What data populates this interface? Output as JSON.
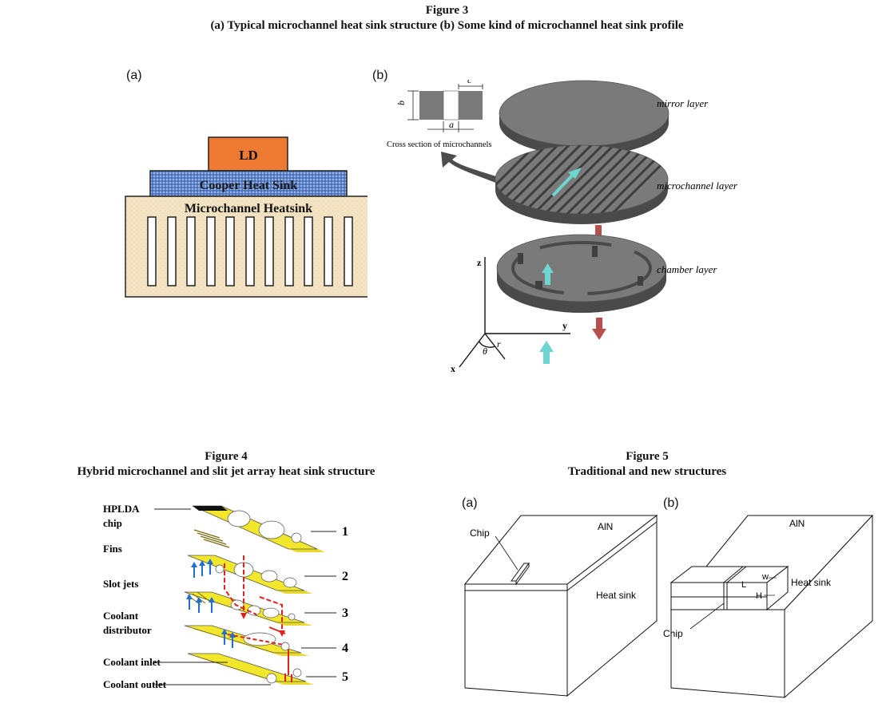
{
  "figure3": {
    "title": "Figure 3",
    "subtitle": "(a) Typical microchannel heat sink structure (b) Some kind of microchannel heat sink profile",
    "panel_a": {
      "label": "(a)",
      "ld": "LD",
      "copper": "Cooper Heat Sink",
      "micro": "Microchannel Heatsink"
    },
    "panel_b": {
      "label": "(b)",
      "dim_b": "b",
      "dim_c": "c",
      "dim_a": "a",
      "cross_section": "Cross section of microchannels",
      "mirror": "mirror layer",
      "microchannel": "microchannel layer",
      "chamber": "chamber layer",
      "axis_z": "z",
      "axis_y": "y",
      "axis_x": "x",
      "axis_r": "r",
      "axis_theta": "θ"
    }
  },
  "figure4": {
    "title": "Figure 4",
    "subtitle": "Hybrid microchannel and slit jet array heat sink structure",
    "labels": {
      "hplda": "HPLDA",
      "chip": "chip",
      "fins": "Fins",
      "slot_jets": "Slot jets",
      "coolant": "Coolant",
      "distributor": "distributor",
      "inlet": "Coolant inlet",
      "outlet": "Coolant outlet"
    },
    "layer_numbers": [
      "1",
      "2",
      "3",
      "4",
      "5"
    ],
    "colors": {
      "plate": "#f2e72a",
      "flow_red": "#e0201b",
      "flow_blue": "#1e6fd0"
    }
  },
  "figure5": {
    "title": "Figure 5",
    "subtitle": "Traditional and new structures",
    "panel_a": {
      "label": "(a)",
      "chip": "Chip",
      "aln": "AlN",
      "heat_sink": "Heat sink"
    },
    "panel_b": {
      "label": "(b)",
      "aln": "AlN",
      "heat_sink": "Heat sink",
      "chip": "Chip",
      "w": "w",
      "l": "L",
      "h": "H"
    }
  }
}
